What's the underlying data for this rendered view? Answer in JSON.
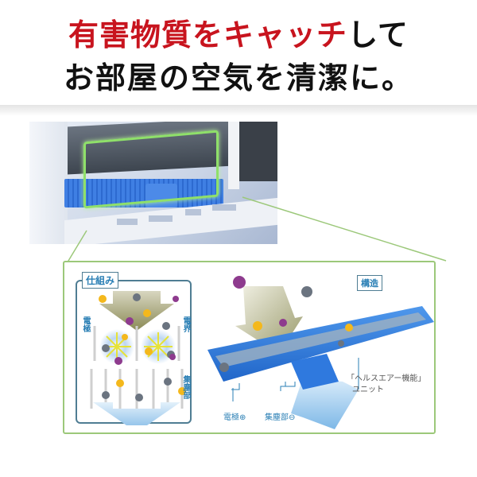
{
  "headline": {
    "line1_red": "有害物質をキャッチ",
    "line1_black": "して",
    "line2": "お部屋の空気を清潔に。",
    "accent_color": "#c8141e"
  },
  "photo": {
    "alt": "air-conditioner-filter-unit-photo",
    "highlight_color": "#8fe06a"
  },
  "diagram": {
    "border_color": "#9cc87a",
    "mechanism": {
      "title": "仕組み",
      "label_electrode": "電極",
      "label_field": "電界",
      "label_collector": "集塵部"
    },
    "structure": {
      "title": "構造",
      "label_electrode_plus": "電極⊕",
      "label_collector_minus": "集塵部⊖",
      "unit_label_line1": "「ヘルスエアー機能」",
      "unit_label_line2": "ユニット"
    }
  }
}
